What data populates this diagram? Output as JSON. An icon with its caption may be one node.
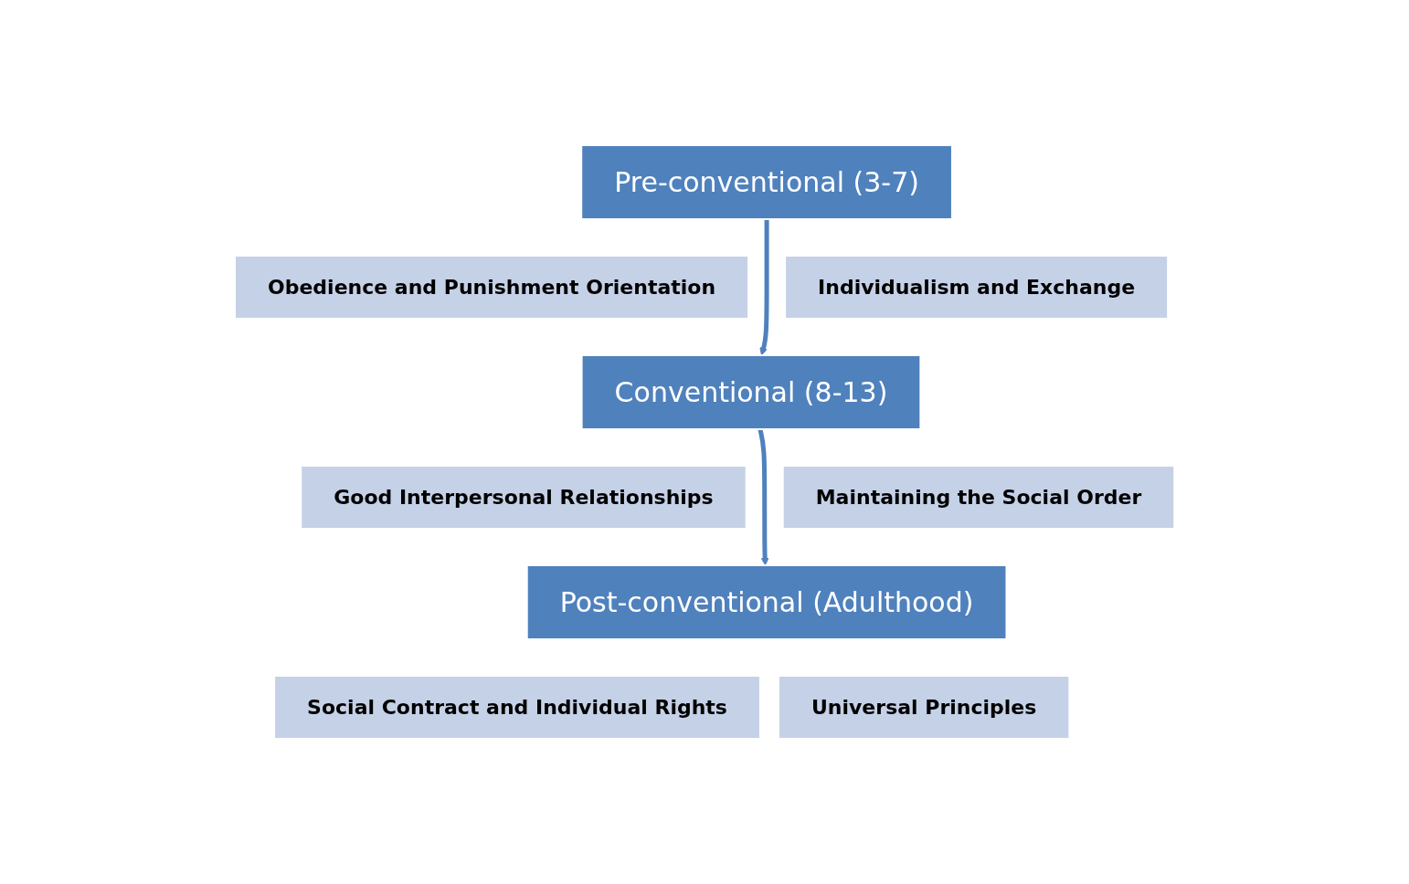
{
  "diagram": {
    "nodes": [
      {
        "text": [
          "Pre-conventional (3-7)"
        ]
      },
      {
        "text": [
          "Obedience and Punishment Orientation"
        ]
      },
      {
        "text": [
          "Individualism and Exchange"
        ]
      },
      {
        "text": [
          "Conventional  (8-13)"
        ]
      },
      {
        "text": [
          "Good Interpersonal Relationships"
        ]
      },
      {
        "text": [
          "Maintaining the Social Order"
        ]
      },
      {
        "text": [
          "Post-conventional (Adulthood)"
        ]
      },
      {
        "text": [
          "Social Contract and Individual Rights"
        ]
      },
      {
        "text": [
          "Universal Principles"
        ]
      }
    ],
    "edges": [
      {
        "from": 0,
        "to": 3,
        "arrow": "to"
      },
      {
        "from": 3,
        "to": 6,
        "arrow": "to"
      }
    ]
  }
}
